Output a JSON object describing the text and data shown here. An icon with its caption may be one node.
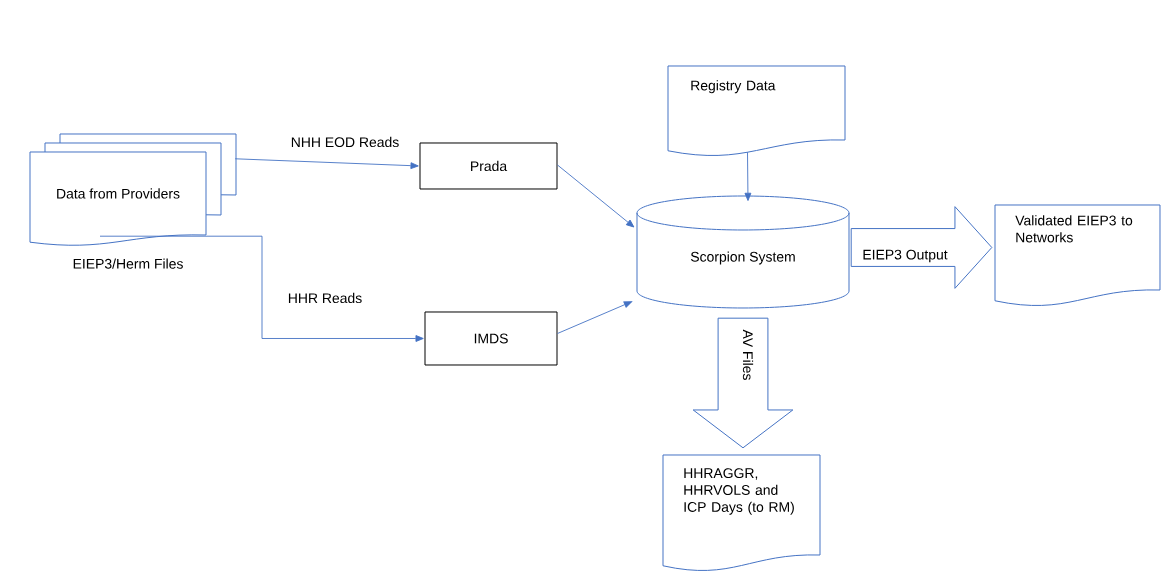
{
  "diagram": {
    "nodes": [
      {
        "text": [
          "Data from Providers"
        ],
        "beside": [
          "EIEP3/Herm Files"
        ]
      },
      {
        "text": [
          "Prada"
        ]
      },
      {
        "text": [
          "IMDS"
        ]
      },
      {
        "text": [
          "Registry Data"
        ]
      },
      {
        "text": [
          "Scorpion System"
        ]
      },
      {
        "text": [
          "Validated EIEP3 to Networks"
        ]
      },
      {
        "text": [
          "HHRAGGR, HHRVOLS and ICP Days (to RM)"
        ]
      }
    ],
    "edges": [
      {
        "from": 0,
        "to": 1,
        "arrow": "to",
        "label": "NHH EOD Reads"
      },
      {
        "from": 0,
        "to": 2,
        "arrow": "to",
        "label": "HHR Reads"
      },
      {
        "from": 1,
        "to": 4,
        "arrow": "to"
      },
      {
        "from": 2,
        "to": 4,
        "arrow": "to"
      },
      {
        "from": 3,
        "to": 4,
        "arrow": "to"
      },
      {
        "from": 4,
        "to": 5,
        "arrow": "to",
        "label": "EIEP3 Output",
        "style": "thick"
      },
      {
        "from": 4,
        "to": 6,
        "arrow": "to",
        "label": "AV Files",
        "style": "thick"
      }
    ]
  }
}
